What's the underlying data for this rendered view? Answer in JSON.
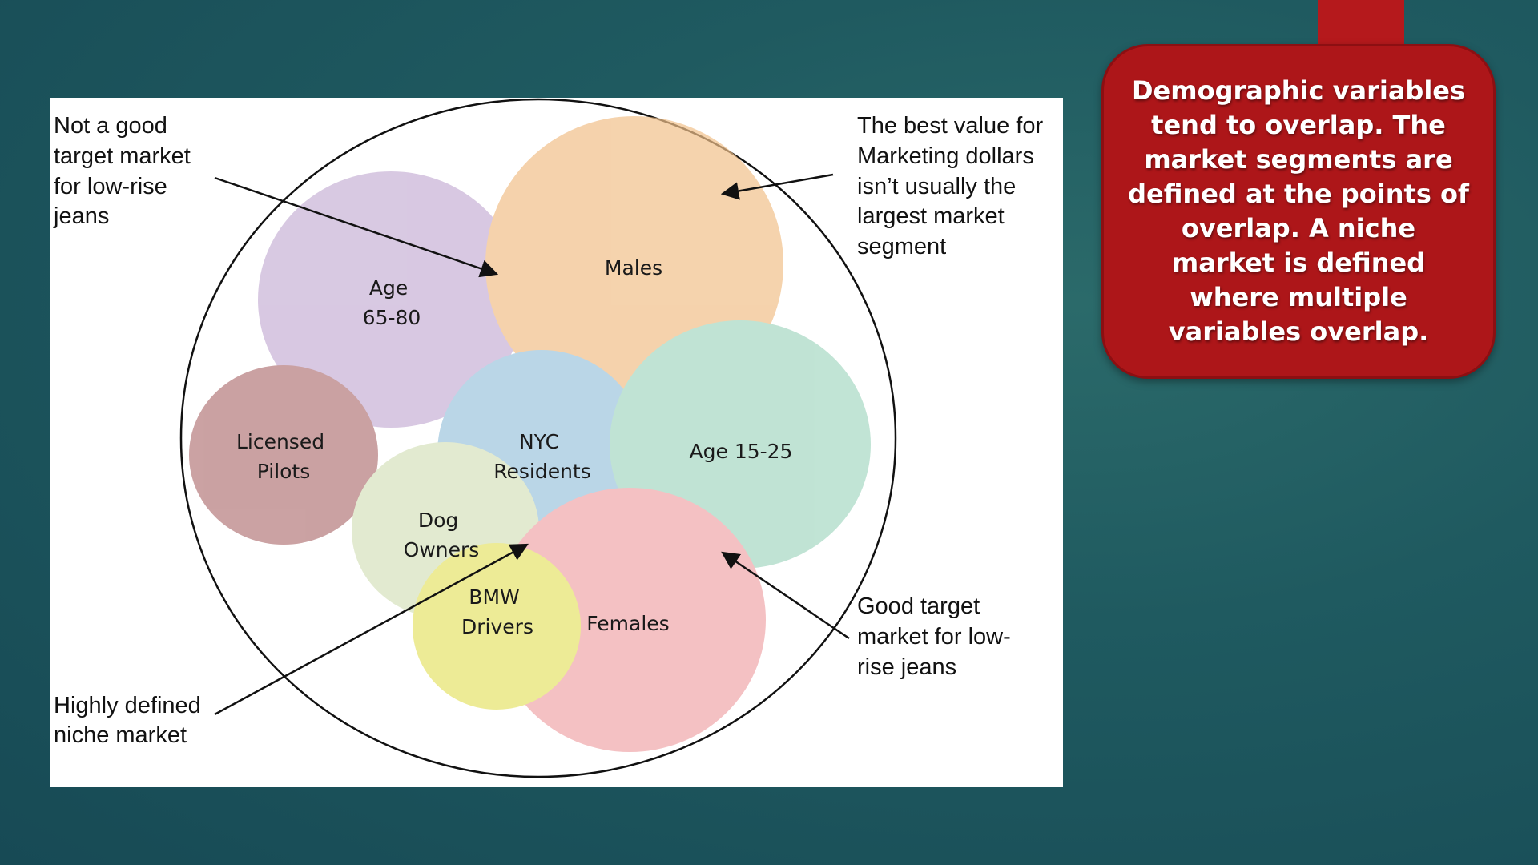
{
  "callout": {
    "text": "Demographic variables tend to overlap. The market segments are defined at the points of overlap. A niche market is defined where multiple variables overlap."
  },
  "segments": {
    "age_65_80": {
      "line1": "Age",
      "line2": "65-80",
      "color": "#c8b2d6"
    },
    "males": {
      "line1": "Males",
      "color": "#f1c08a"
    },
    "licensed_pilots": {
      "line1": "Licensed",
      "line2": "Pilots",
      "color": "#b57a7c"
    },
    "nyc_residents": {
      "line1": "NYC",
      "line2": "Residents",
      "color": "#9ec5de"
    },
    "age_15_25": {
      "line1": "Age 15-25",
      "color": "#a6d8c3"
    },
    "dog_owners": {
      "line1": "Dog",
      "line2": "Owners",
      "color": "#d7e2bd"
    },
    "bmw_drivers": {
      "line1": "BMW",
      "line2": "Drivers",
      "color": "#e6e36a"
    },
    "females": {
      "line1": "Females",
      "color": "#f0a7aa"
    }
  },
  "annotations": {
    "not_good": [
      "Not a good",
      "target market",
      "for low-rise",
      "jeans"
    ],
    "best_value": [
      "The best value for",
      "Marketing dollars",
      "isn’t usually the",
      "largest market",
      "segment"
    ],
    "good_target": [
      "Good target",
      "market for low-",
      "rise jeans"
    ],
    "niche": [
      "Highly defined",
      "niche market"
    ]
  }
}
